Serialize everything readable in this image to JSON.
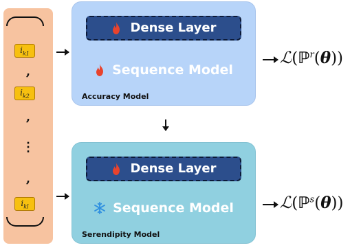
{
  "input_sequence": {
    "tokens": [
      {
        "base": "i",
        "sub": "k1"
      },
      {
        "base": "i",
        "sub": "k2"
      },
      {
        "base": "i",
        "sub": "kl"
      }
    ],
    "separator": ",",
    "ellipsis": "⋮"
  },
  "accuracy_model": {
    "label": "Accuracy Model",
    "dense_layer": {
      "label": "Dense Layer",
      "icon": "fire-icon",
      "icon_color": "#e8432d"
    },
    "sequence_model": {
      "label": "Sequence Model",
      "icon": "fire-icon",
      "icon_color": "#e8432d"
    },
    "fill_color": "#b7d4f9",
    "loss": {
      "L": "ℒ",
      "P": "ℙ",
      "sup": "r",
      "theta": "θ"
    }
  },
  "serendipity_model": {
    "label": "Serendipity Model",
    "dense_layer": {
      "label": "Dense Layer",
      "icon": "fire-icon",
      "icon_color": "#e8432d"
    },
    "sequence_model": {
      "label": "Sequence Model",
      "icon": "snowflake-icon",
      "icon_color": "#2f8fe0"
    },
    "fill_color": "#90d0e0",
    "loss": {
      "L": "ℒ",
      "P": "ℙ",
      "sup": "s",
      "theta": "θ"
    }
  }
}
